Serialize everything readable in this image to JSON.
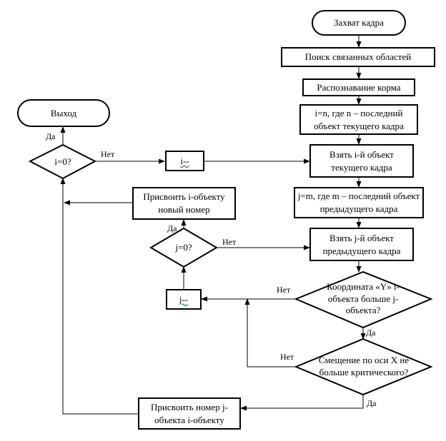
{
  "nodes": {
    "start": "Захват кадра",
    "search": "Поиск связанных областей",
    "recognize": "Распознавание корма",
    "set_i": "i=n, где n – последний объект текущего кадра",
    "take_i": "Взять i-й объект текущего кадра",
    "set_j": "j=m, где m – последний объект предыдущего кадра",
    "take_j": "Взять j-й объект предыдущего кадра",
    "cond_y": "Координата «Y» i-объекта больше j-объекта?",
    "cond_x": "Смещение по оси X не больше критического?",
    "assign_j": "Присвоить номер j-объекта i-объекту",
    "assign_new": "Присвоить i-объекту новый номер",
    "dec_j": "j--",
    "j_zero": "j=0?",
    "dec_i": "i--",
    "i_zero": "i=0?",
    "exit": "Выход"
  },
  "labels": {
    "yes_i0": "Да",
    "no_i0": "Нет",
    "yes_j0": "Да",
    "no_j0": "Нет",
    "no_y": "Нет",
    "yes_y": "Да",
    "no_x": "Нет",
    "yes_x": "Да"
  }
}
